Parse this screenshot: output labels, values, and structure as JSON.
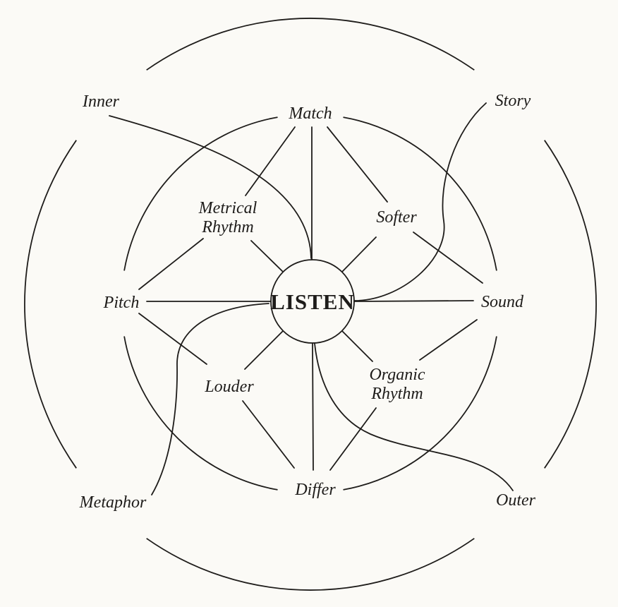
{
  "diagram": {
    "title_word": "LISTEN",
    "ring_labels": {
      "top": "Match",
      "right": "Sound",
      "bottom": "Differ",
      "left": "Pitch"
    },
    "quadrant_labels": {
      "upper_left_line1": "Metrical",
      "upper_left_line2": "Rhythm",
      "upper_right": "Softer",
      "lower_right_line1": "Organic",
      "lower_right_line2": "Rhythm",
      "lower_left": "Louder"
    },
    "outer_labels": {
      "upper_left": "Inner",
      "upper_right": "Story",
      "lower_left": "Metaphor",
      "lower_right": "Outer"
    }
  },
  "colors": {
    "ink": "#1e1c1a",
    "paper": "#fbfaf6"
  }
}
